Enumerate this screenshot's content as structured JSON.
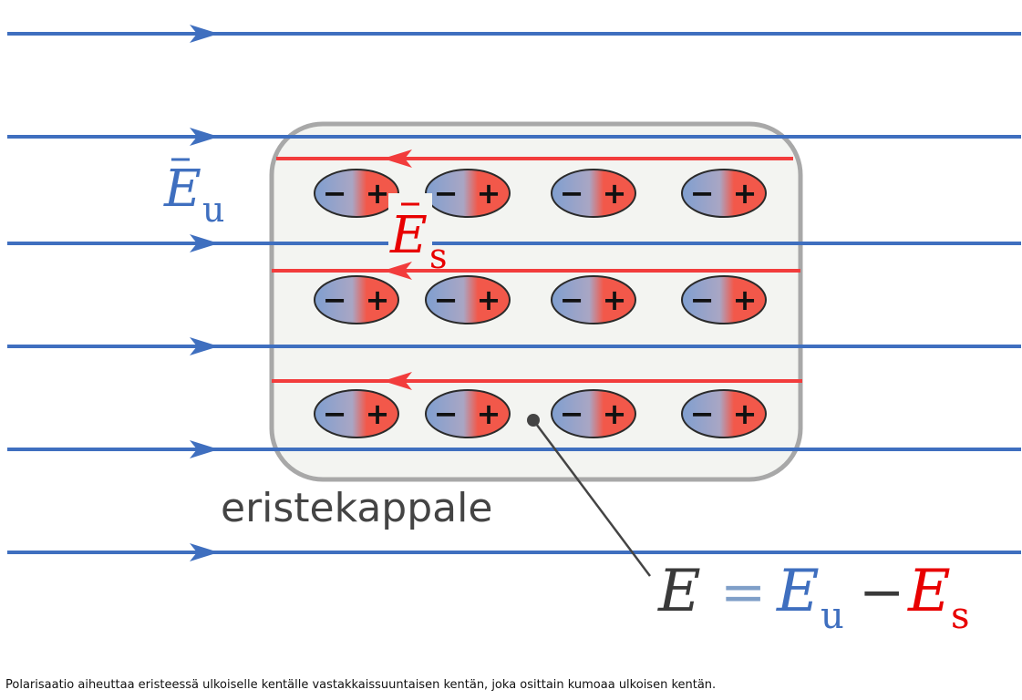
{
  "external_field_label": {
    "symbol": "E",
    "subscript": "u"
  },
  "induced_field_label": {
    "symbol": "E",
    "subscript": "s"
  },
  "body_label": "eristekappale",
  "equation": {
    "lhs": "E",
    "equals": "=",
    "term1_symbol": "E",
    "term1_subscript": "u",
    "minus": "−",
    "term2_symbol": "E",
    "term2_subscript": "s"
  },
  "dipole_signs": {
    "negative": "−",
    "positive": "+"
  },
  "dipole_grid": {
    "rows": 3,
    "columns": 4
  },
  "caption": "Polarisaatio aiheuttaa eristeessä ulkoiselle kentälle vastakkaissuuntaisen kentän, joka osittain kumoaa ulkoisen kentän.",
  "colors": {
    "external_field": "#3f6fbf",
    "induced_field": "#f23c3c",
    "body_border": "#a8a8a8",
    "body_fill": "#f3f4f1",
    "dipole_negative": "#7f9fd0",
    "dipole_positive": "#f2584a",
    "equation_dark": "#3a3a3a",
    "equation_equals": "#7f9fc8",
    "equation_red": "#e80000",
    "pointer": "#444444"
  }
}
